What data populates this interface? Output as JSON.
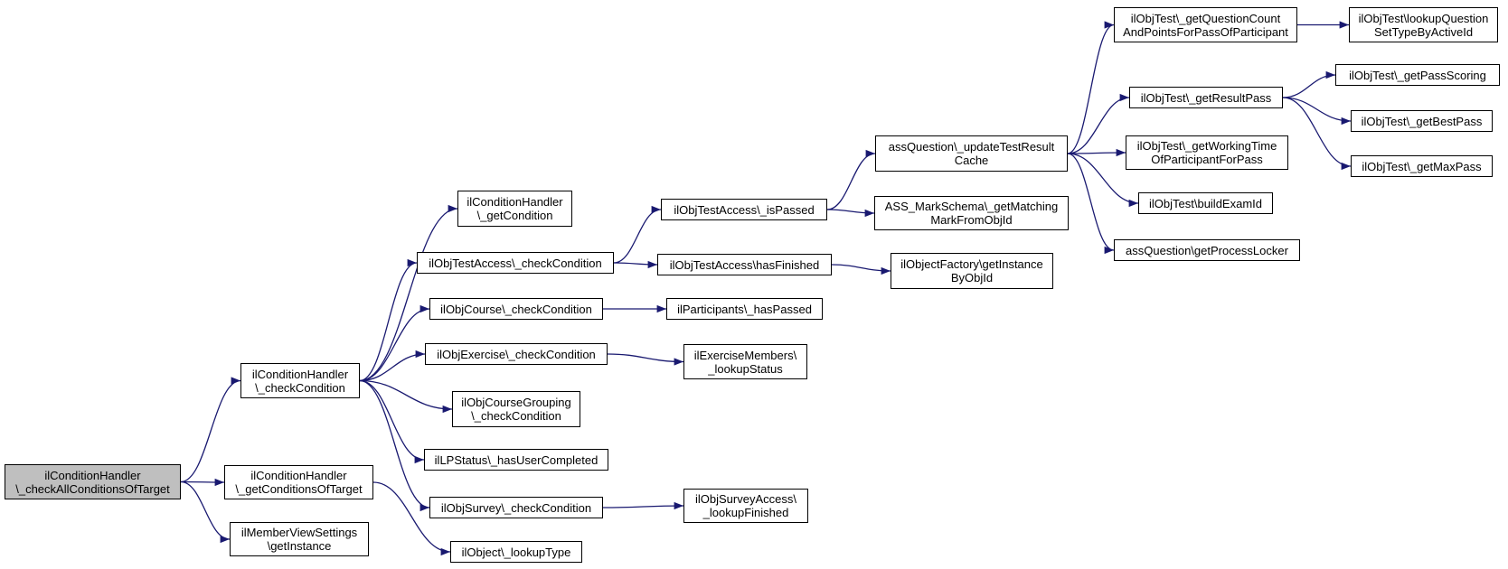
{
  "diagram": {
    "type": "call-graph",
    "edge_color": "#191970",
    "root_fill": "#bfbfbf",
    "nodes": [
      {
        "id": "n0",
        "lines": [
          "ilConditionHandler",
          "\\_checkAllConditionsOfTarget"
        ]
      },
      {
        "id": "n1",
        "lines": [
          "ilConditionHandler",
          "\\_checkCondition"
        ]
      },
      {
        "id": "n2",
        "lines": [
          "ilConditionHandler",
          "\\_getConditionsOfTarget"
        ]
      },
      {
        "id": "n3",
        "lines": [
          "ilMemberViewSettings",
          "\\getInstance"
        ]
      },
      {
        "id": "n4",
        "lines": [
          "ilConditionHandler",
          "\\_getCondition"
        ]
      },
      {
        "id": "n5",
        "lines": [
          "ilObjTestAccess\\_checkCondition"
        ]
      },
      {
        "id": "n6",
        "lines": [
          "ilObjCourse\\_checkCondition"
        ]
      },
      {
        "id": "n7",
        "lines": [
          "ilObjExercise\\_checkCondition"
        ]
      },
      {
        "id": "n8",
        "lines": [
          "ilObjCourseGrouping",
          "\\_checkCondition"
        ]
      },
      {
        "id": "n9",
        "lines": [
          "ilLPStatus\\_hasUserCompleted"
        ]
      },
      {
        "id": "n10",
        "lines": [
          "ilObjSurvey\\_checkCondition"
        ]
      },
      {
        "id": "n11",
        "lines": [
          "ilObject\\_lookupType"
        ]
      },
      {
        "id": "n12",
        "lines": [
          "ilObjTestAccess\\_isPassed"
        ]
      },
      {
        "id": "n13",
        "lines": [
          "ilObjTestAccess\\hasFinished"
        ]
      },
      {
        "id": "n14",
        "lines": [
          "ilParticipants\\_hasPassed"
        ]
      },
      {
        "id": "n15",
        "lines": [
          "ilExerciseMembers\\",
          "_lookupStatus"
        ]
      },
      {
        "id": "n16",
        "lines": [
          "ilObjSurveyAccess\\",
          "_lookupFinished"
        ]
      },
      {
        "id": "n17",
        "lines": [
          "assQuestion\\_updateTestResult",
          "Cache"
        ]
      },
      {
        "id": "n18",
        "lines": [
          "ASS_MarkSchema\\_getMatching",
          "MarkFromObjId"
        ]
      },
      {
        "id": "n19",
        "lines": [
          "ilObjectFactory\\getInstance",
          "ByObjId"
        ]
      },
      {
        "id": "n20",
        "lines": [
          "ilObjTest\\_getQuestionCount",
          "AndPointsForPassOfParticipant"
        ]
      },
      {
        "id": "n21",
        "lines": [
          "ilObjTest\\_getResultPass"
        ]
      },
      {
        "id": "n22",
        "lines": [
          "ilObjTest\\_getWorkingTime",
          "OfParticipantForPass"
        ]
      },
      {
        "id": "n23",
        "lines": [
          "ilObjTest\\buildExamId"
        ]
      },
      {
        "id": "n24",
        "lines": [
          "assQuestion\\getProcessLocker"
        ]
      },
      {
        "id": "n25",
        "lines": [
          "ilObjTest\\lookupQuestion",
          "SetTypeByActiveId"
        ]
      },
      {
        "id": "n26",
        "lines": [
          "ilObjTest\\_getPassScoring"
        ]
      },
      {
        "id": "n27",
        "lines": [
          "ilObjTest\\_getBestPass"
        ]
      },
      {
        "id": "n28",
        "lines": [
          "ilObjTest\\_getMaxPass"
        ]
      }
    ],
    "edges": [
      [
        "n0",
        "n1"
      ],
      [
        "n0",
        "n2"
      ],
      [
        "n0",
        "n3"
      ],
      [
        "n1",
        "n4"
      ],
      [
        "n1",
        "n5"
      ],
      [
        "n1",
        "n6"
      ],
      [
        "n1",
        "n7"
      ],
      [
        "n1",
        "n8"
      ],
      [
        "n1",
        "n9"
      ],
      [
        "n1",
        "n10"
      ],
      [
        "n2",
        "n11"
      ],
      [
        "n5",
        "n12"
      ],
      [
        "n5",
        "n13"
      ],
      [
        "n6",
        "n14"
      ],
      [
        "n7",
        "n15"
      ],
      [
        "n10",
        "n16"
      ],
      [
        "n12",
        "n17"
      ],
      [
        "n12",
        "n18"
      ],
      [
        "n13",
        "n19"
      ],
      [
        "n17",
        "n20"
      ],
      [
        "n17",
        "n21"
      ],
      [
        "n17",
        "n22"
      ],
      [
        "n17",
        "n23"
      ],
      [
        "n17",
        "n24"
      ],
      [
        "n20",
        "n25"
      ],
      [
        "n21",
        "n26"
      ],
      [
        "n21",
        "n27"
      ],
      [
        "n21",
        "n28"
      ]
    ]
  }
}
